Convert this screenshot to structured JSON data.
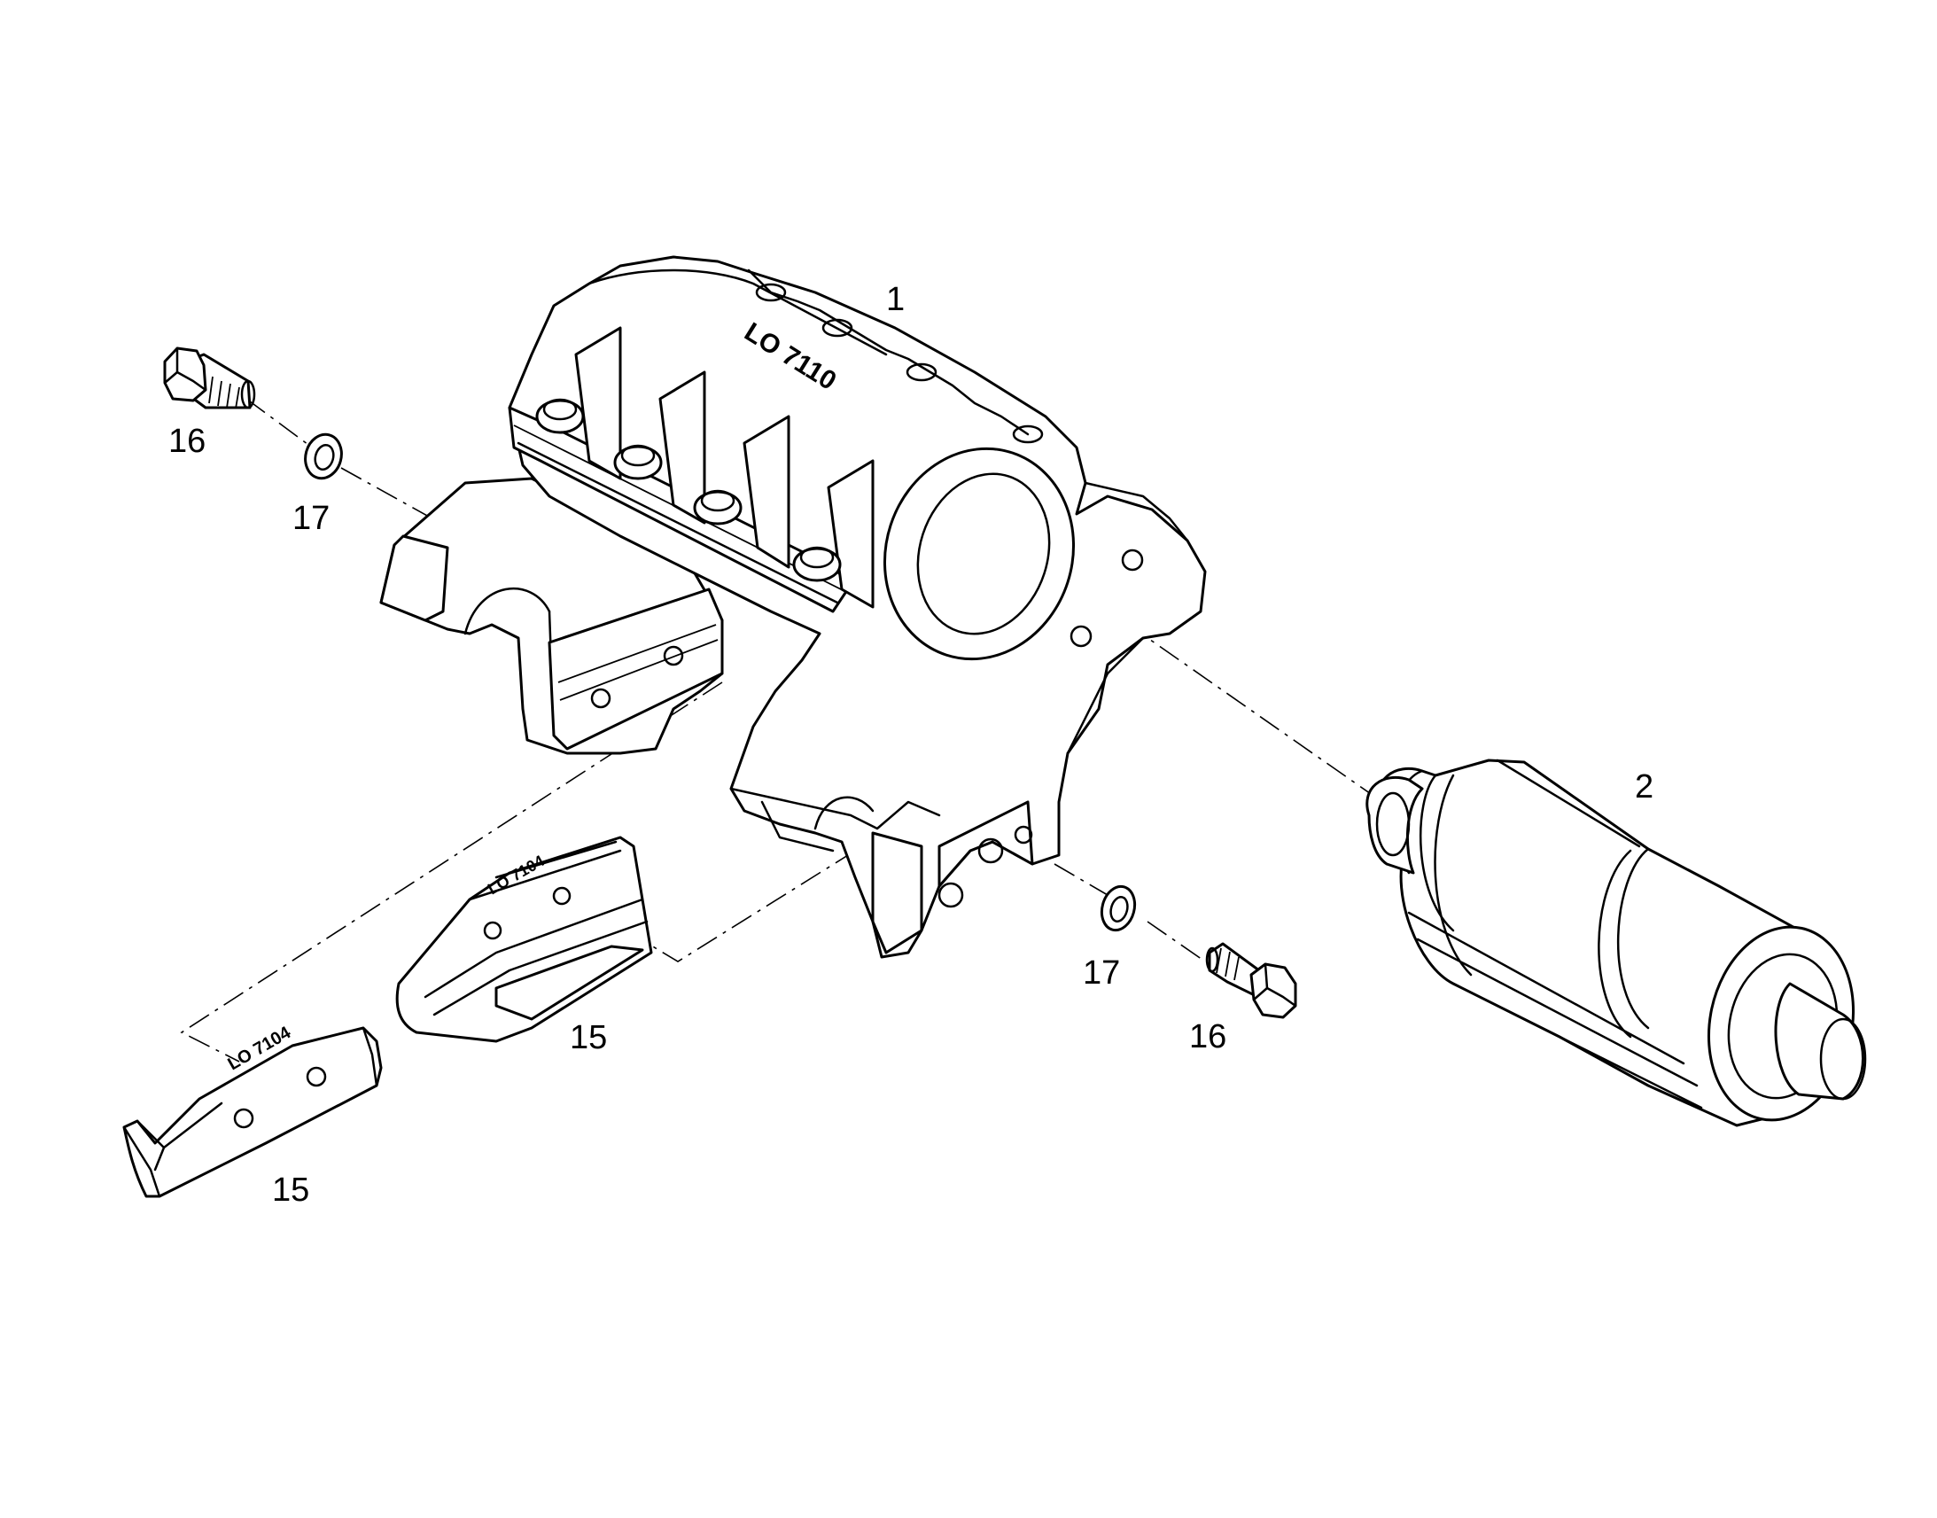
{
  "callouts": {
    "housing": "1",
    "roller": "2",
    "shoe_right": "15",
    "shoe_left": "15",
    "bolt_left": "16",
    "bolt_right": "16",
    "washer_left": "17",
    "washer_right": "17"
  },
  "markings": {
    "housing": "LO 7110",
    "shoe_right": "LO 7104",
    "shoe_left": "LO 7104"
  },
  "colors": {
    "line": "#000000",
    "background": "#ffffff"
  }
}
